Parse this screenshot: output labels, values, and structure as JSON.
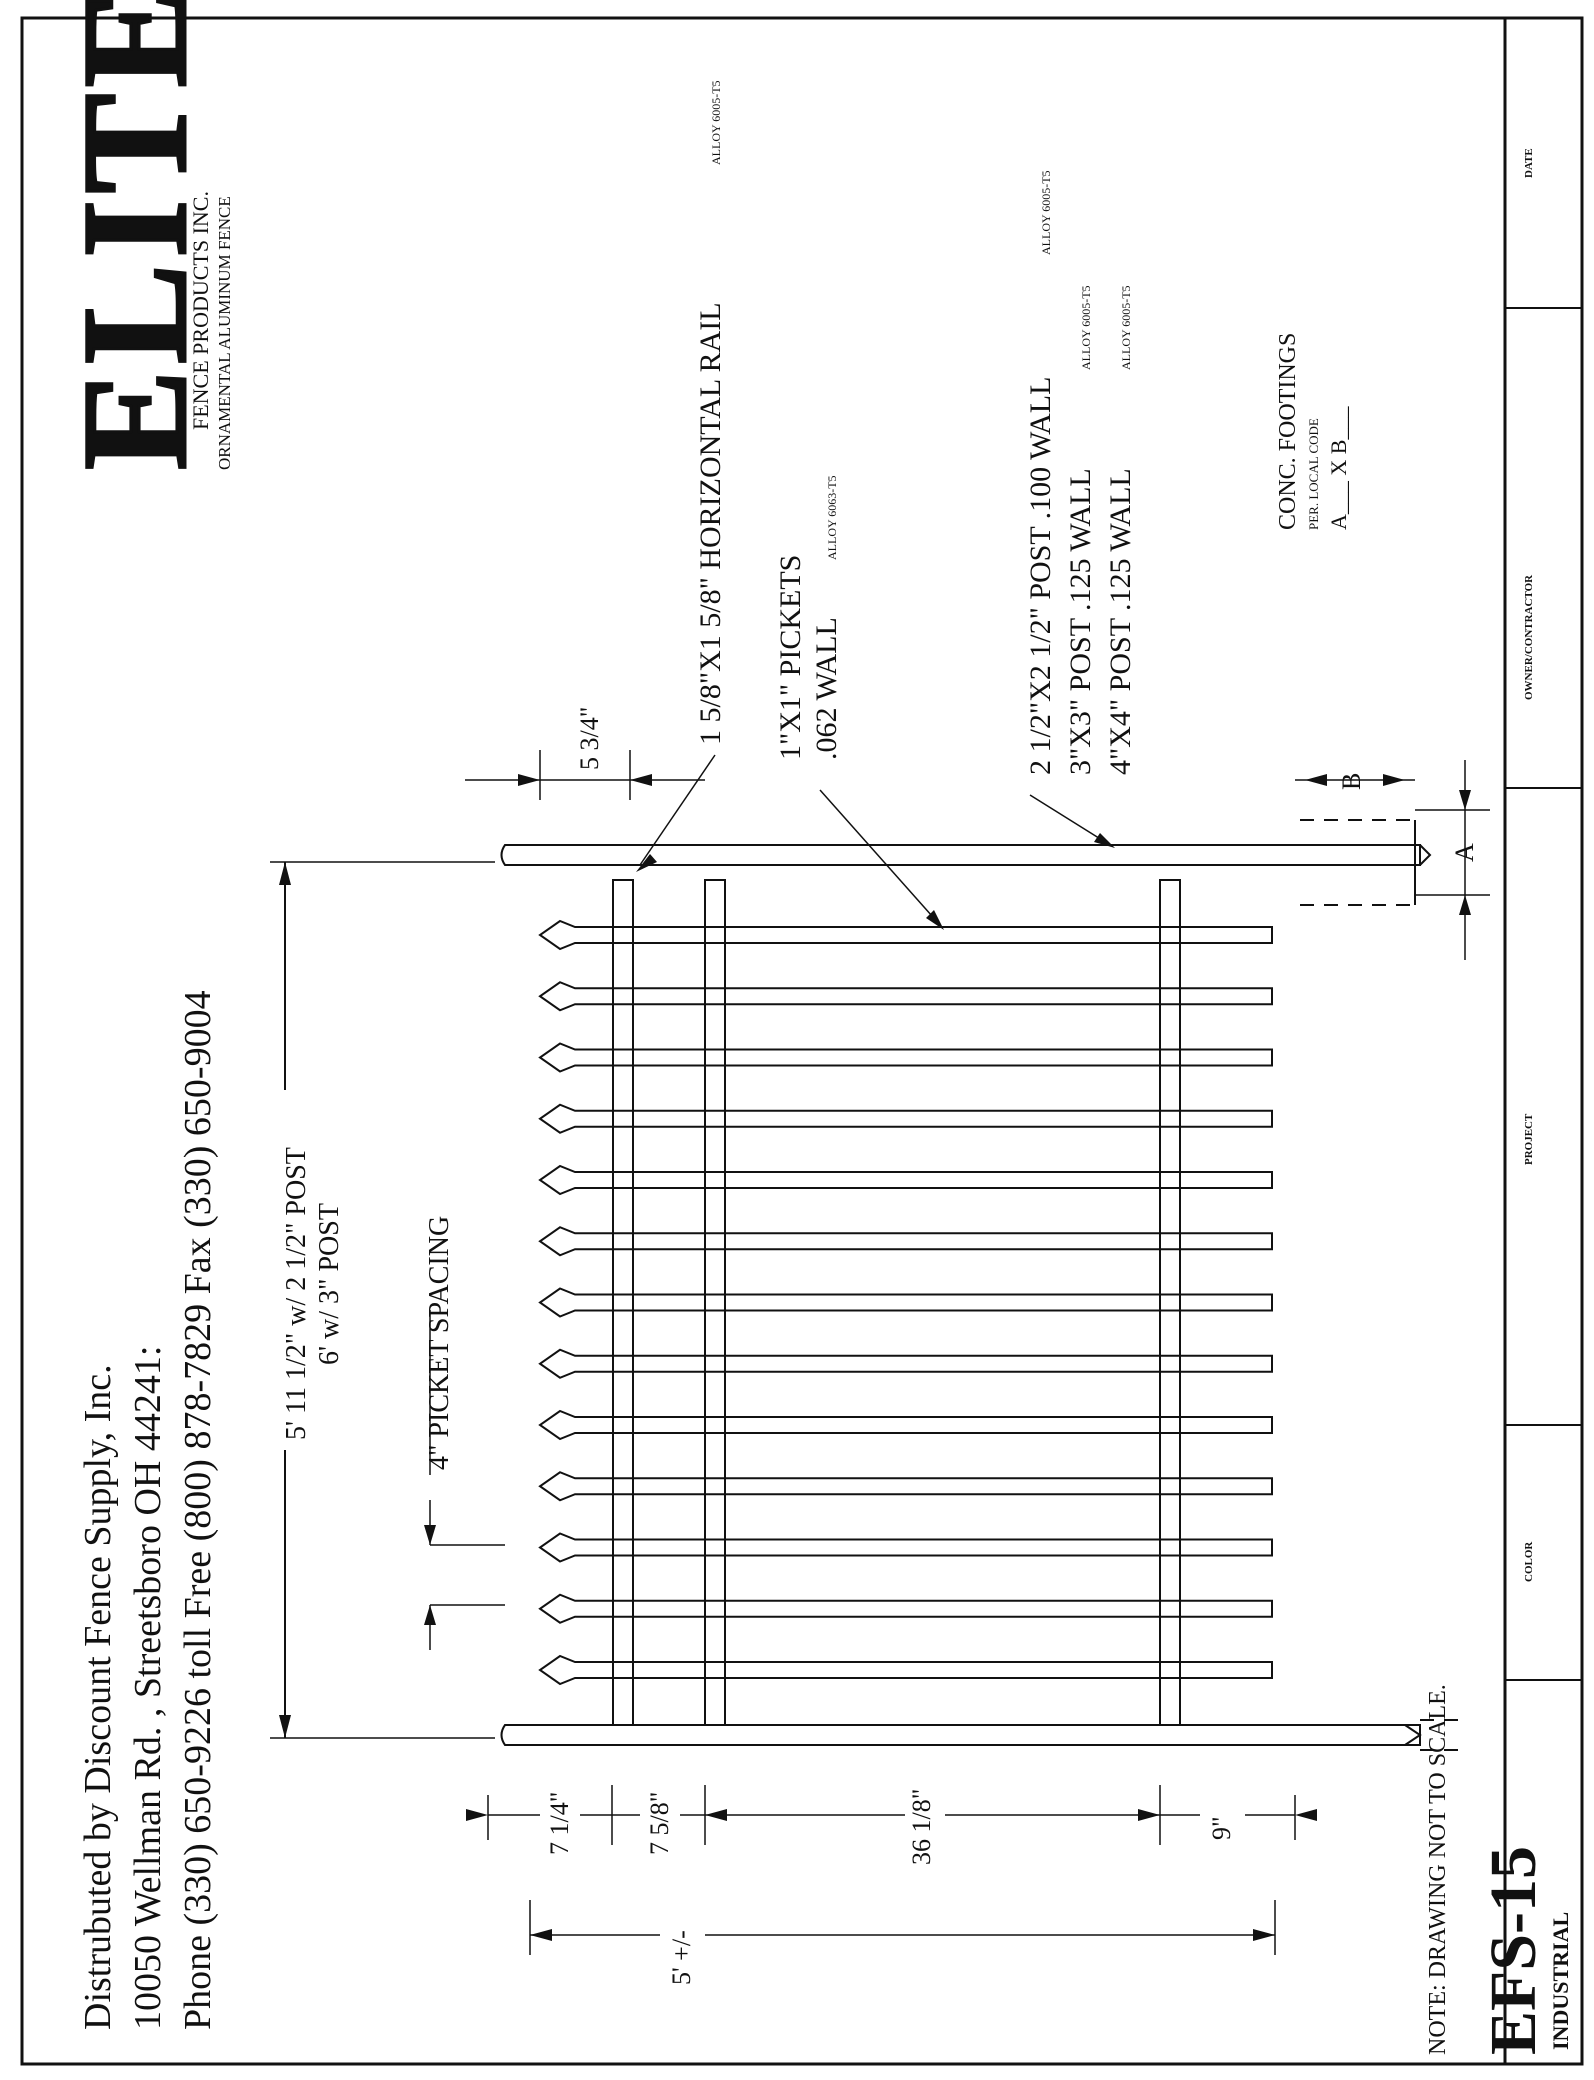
{
  "distributor": {
    "line1": "Distrubuted by Discount Fence Supply, Inc.",
    "line2": "10050 Wellman Rd. , Streetsboro OH 44241:",
    "line3": "Phone (330) 650-9226 toll Free (800) 878-7829 Fax (330) 650-9004"
  },
  "logo": {
    "word": "ELITE",
    "company": "FENCE PRODUCTS INC.",
    "tagline": "ORNAMENTAL ALUMINUM FENCE"
  },
  "callouts": {
    "rail": "1 5/8\"X1 5/8\" HORIZONTAL RAIL",
    "rail_alloy": "ALLOY 6005-T5",
    "pickets": "1\"X1\" PICKETS",
    "pickets_wall": ".062 WALL",
    "pickets_alloy": "ALLOY 6063-T5",
    "post1": "2 1/2\"X2 1/2\" POST .100 WALL",
    "post1_alloy": "ALLOY 6005-T5",
    "post2": "3\"X3\" POST .125 WALL",
    "post2_alloy": "ALLOY 6005-T5",
    "post3": "4\"X4\" POST .125 WALL",
    "post3_alloy": "ALLOY 6005-T5",
    "footings_title": "CONC. FOOTINGS",
    "footings_code": "PER. LOCAL CODE",
    "footings_ab": "A___ X B___"
  },
  "dimensions": {
    "width_line1": "5' 11 1/2\" w/ 2 1/2\" POST",
    "width_line2": "6' w/ 3\" POST",
    "picket_spacing": "4\" PICKET SPACING",
    "top_offset": "5 3/4\"",
    "d1": "7 1/4\"",
    "d2": "7 5/8\"",
    "d3": "36 1/8\"",
    "d4": "9\"",
    "overall": "5' +/-",
    "footing_a": "A",
    "footing_b": "B"
  },
  "note": "NOTE: DRAWING NOT TO SCALE.",
  "title_block": {
    "model": "EFS-15",
    "style": "INDUSTRIAL",
    "fields": {
      "color": "COLOR",
      "project": "PROJECT",
      "owner": "OWNER/CONTRACTOR",
      "date": "DATE"
    }
  }
}
